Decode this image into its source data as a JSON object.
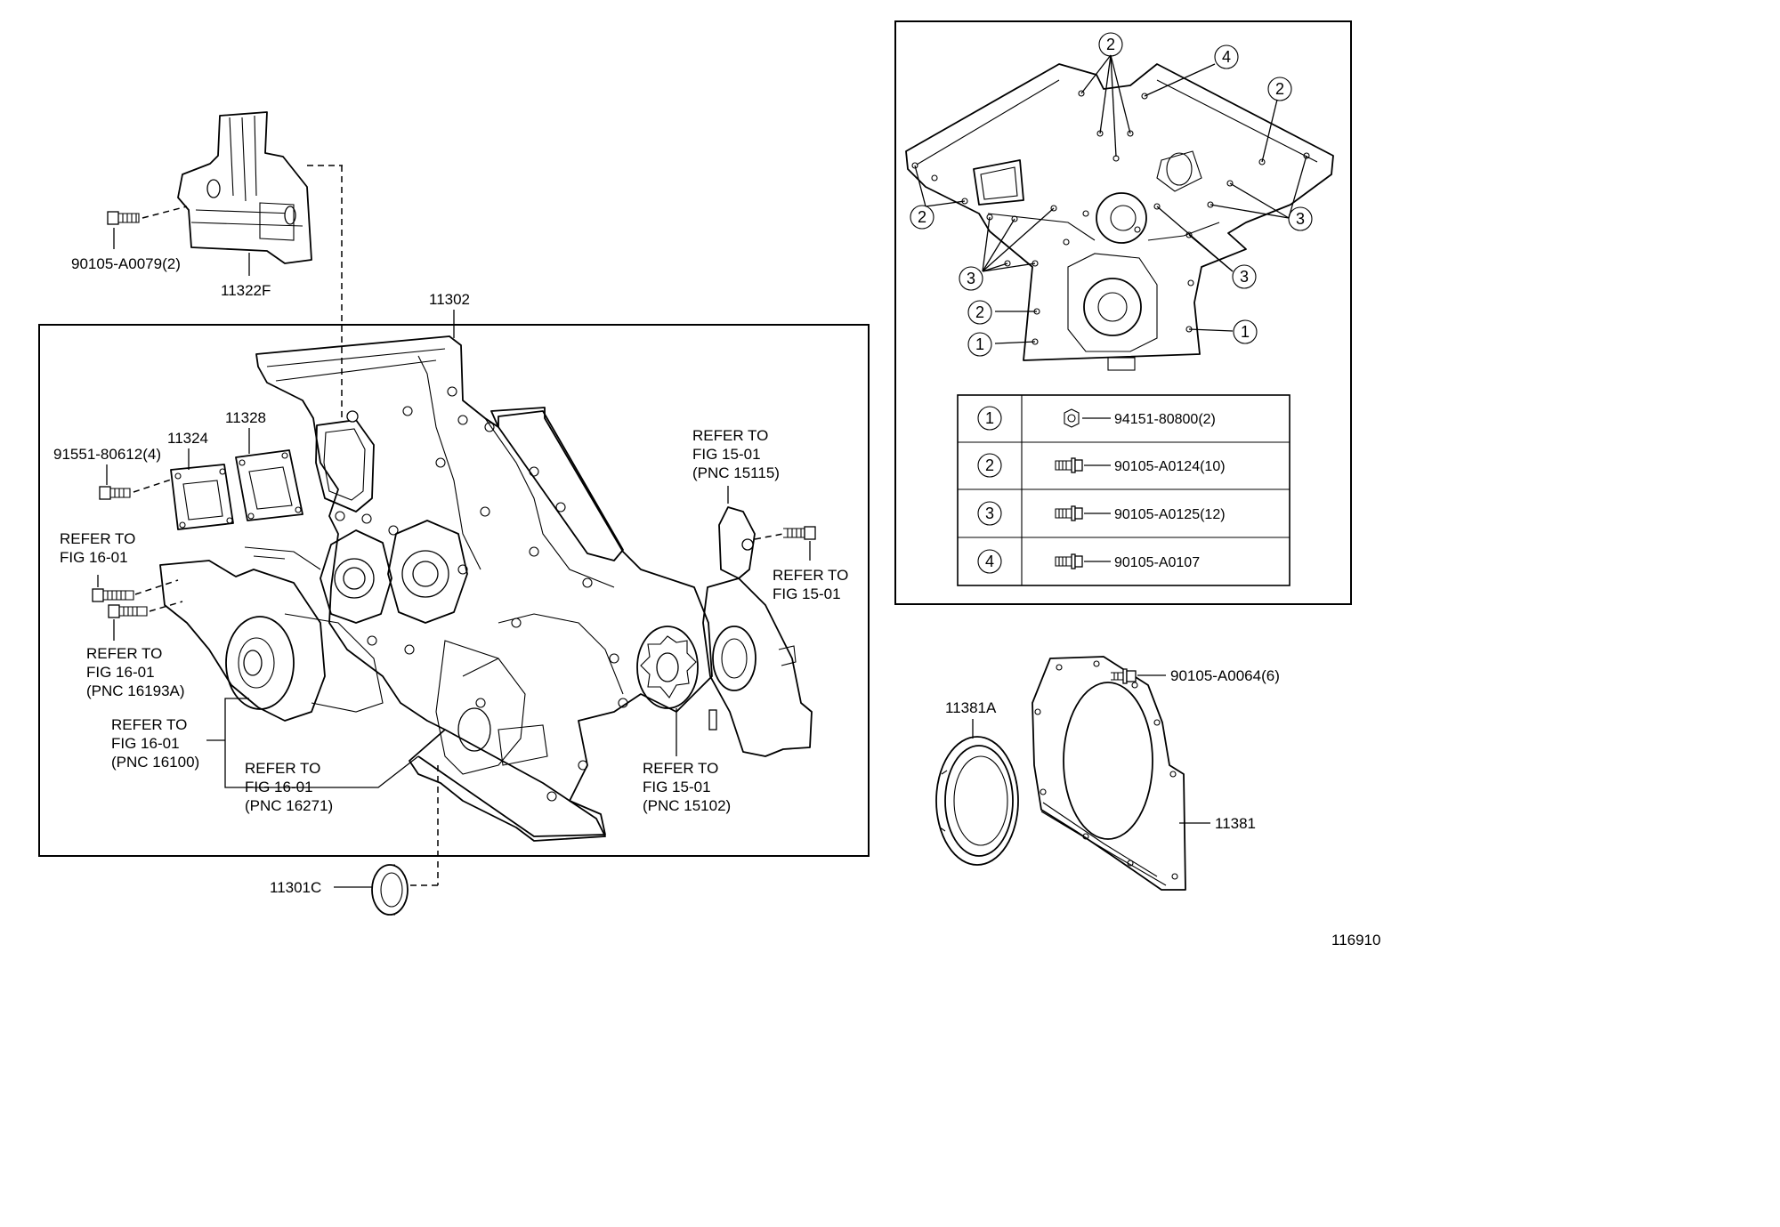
{
  "figure_number": "116910",
  "part_labels": {
    "p11322F": "11322F",
    "p90105_A0079": "90105-A0079(2)",
    "p11302": "11302",
    "p11324": "11324",
    "p11328": "11328",
    "p91551_80612": "91551-80612(4)",
    "p11301C": "11301C",
    "p11381A": "11381A",
    "p11381": "11381",
    "p90105_A0064": "90105-A0064(6)"
  },
  "references": {
    "ref_fig16_top": [
      "REFER TO",
      "FIG 16-01"
    ],
    "ref_fig16_16193A": [
      "REFER TO",
      "FIG 16-01",
      "(PNC 16193A)"
    ],
    "ref_fig16_16100": [
      "REFER TO",
      "FIG 16-01",
      "(PNC 16100)"
    ],
    "ref_fig16_16271": [
      "REFER TO",
      "FIG 16-01",
      "(PNC 16271)"
    ],
    "ref_fig15_15115": [
      "REFER TO",
      "FIG 15-01",
      "(PNC 15115)"
    ],
    "ref_fig15_bolt": [
      "REFER TO",
      "FIG 15-01"
    ],
    "ref_fig15_15102": [
      "REFER TO",
      "FIG 15-01",
      "(PNC 15102)"
    ]
  },
  "bolt_positions_diagram": {
    "markers": [
      "1",
      "2",
      "3",
      "4"
    ]
  },
  "bolt_table": [
    {
      "marker": "1",
      "part": "94151-80800(2)",
      "icon": "nut-icon"
    },
    {
      "marker": "2",
      "part": "90105-A0124(10)",
      "icon": "flange-bolt-icon"
    },
    {
      "marker": "3",
      "part": "90105-A0125(12)",
      "icon": "flange-bolt-icon"
    },
    {
      "marker": "4",
      "part": "90105-A0107",
      "icon": "flange-bolt-icon"
    }
  ]
}
